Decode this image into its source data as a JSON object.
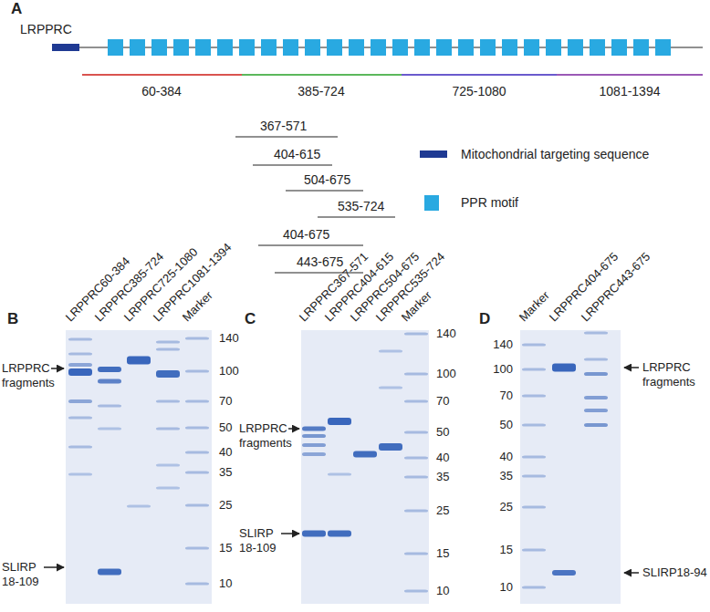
{
  "diagram": {
    "labels": [
      "A",
      "LRPPRC",
      "60-384",
      "385-724",
      "725-1080",
      "1081-1394",
      "367-571",
      "404-615",
      "504-675",
      "535-724",
      "404-675",
      "443-675",
      "B",
      "LRPPRC60-384",
      "LRPPRC385-724",
      "LRPPRC725-1080",
      "LRPPRC1081-1394",
      "Marker",
      "140",
      "100",
      "70",
      "50",
      "40",
      "35",
      "25",
      "15",
      "10",
      "LRPPRC fragments",
      "SLIRP 18-109",
      "C",
      "LRPPRC367-571",
      "LRPPRC404-615",
      "LRPPRC504-675",
      "LRPPRC535-724",
      "Marker",
      "140",
      "100",
      "70",
      "50",
      "40",
      "35",
      "25",
      "15",
      "10",
      "LRPPRC fragments",
      "SLIRP 18-109",
      "D",
      "Marker",
      "LRPPRC404-675",
      "LRPPRC443-675",
      "140",
      "100",
      "70",
      "50",
      "40",
      "35",
      "25",
      "15",
      "10",
      "LRPPRC fragments",
      "SLIRP18-94"
    ],
    "legend": [
      {
        "text": "Mitochondrial targeting sequence",
        "color": "#1f3a93"
      },
      {
        "text": "PPR motif",
        "color": "#29a9e1"
      }
    ]
  }
}
